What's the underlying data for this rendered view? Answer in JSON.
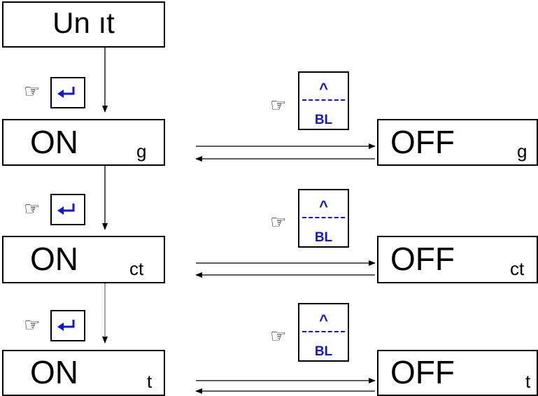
{
  "title": "Un ıt",
  "on_label": "ON",
  "off_label": "OFF",
  "units": [
    "g",
    "ct",
    "t"
  ],
  "keys": {
    "enter_icon": "enter-arrow-icon",
    "bl_caret": "^",
    "bl_label": "BL"
  },
  "pointer_icon": "hand-pointer-icon",
  "pointer_glyph": "☞",
  "colors": {
    "key_blue": "#1313e0",
    "line": "#000000"
  }
}
